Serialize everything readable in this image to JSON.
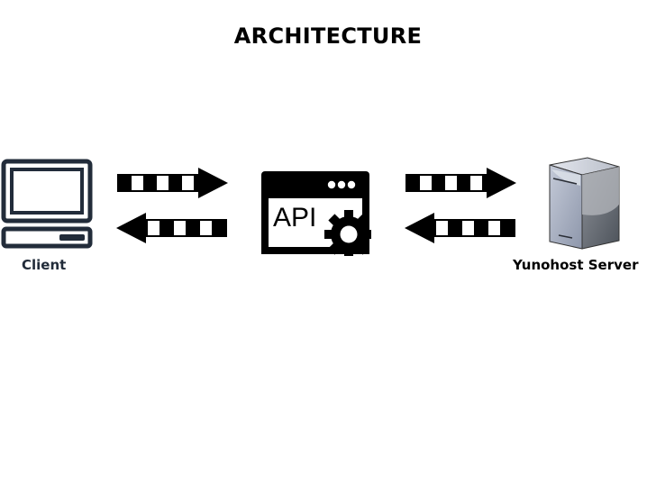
{
  "title": "ARCHITECTURE",
  "nodes": {
    "client": {
      "label": "Client",
      "icon": "laptop-icon",
      "color": "#222c3a"
    },
    "api": {
      "label": "API",
      "icon": "api-window-gear-icon",
      "color": "#000000"
    },
    "server": {
      "label": "Yunohost Server",
      "icon": "server-tower-icon"
    }
  },
  "connections": [
    {
      "from": "client",
      "to": "api",
      "direction": "bidirectional"
    },
    {
      "from": "api",
      "to": "server",
      "direction": "bidirectional"
    }
  ]
}
